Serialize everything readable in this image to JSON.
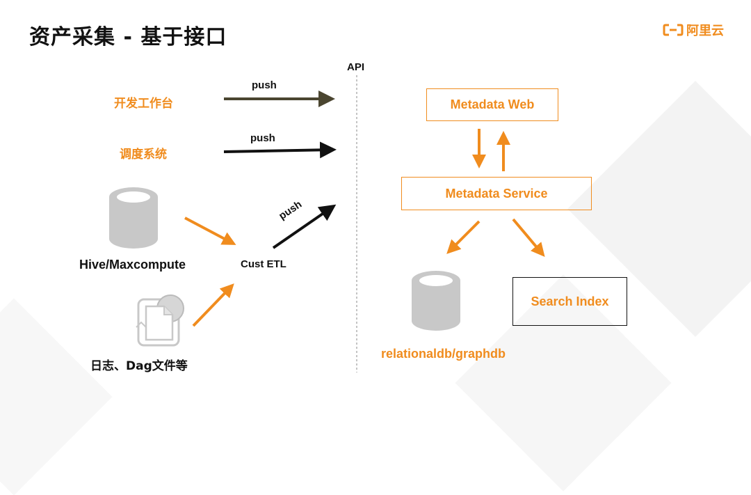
{
  "title": "资产采集 - 基于接口",
  "logo": {
    "text": "阿里云",
    "icon": "aliyun-logo-icon"
  },
  "api_label": "API",
  "sources": {
    "workbench": "开发工作台",
    "scheduler": "调度系统",
    "hive": "Hive/Maxcompute",
    "logs": "日志、Dag文件等"
  },
  "cust_etl": "Cust ETL",
  "push_labels": [
    "push",
    "push",
    "push"
  ],
  "services": {
    "web": "Metadata Web",
    "service": "Metadata Service",
    "search": "Search Index",
    "db": "relationaldb/graphdb"
  },
  "colors": {
    "accent": "#f08c1e",
    "dark_arrow": "#4a4530",
    "text": "#111111",
    "icon_gray": "#c8c8c8"
  },
  "icons": [
    "database-icon",
    "file-icon",
    "database-icon"
  ]
}
